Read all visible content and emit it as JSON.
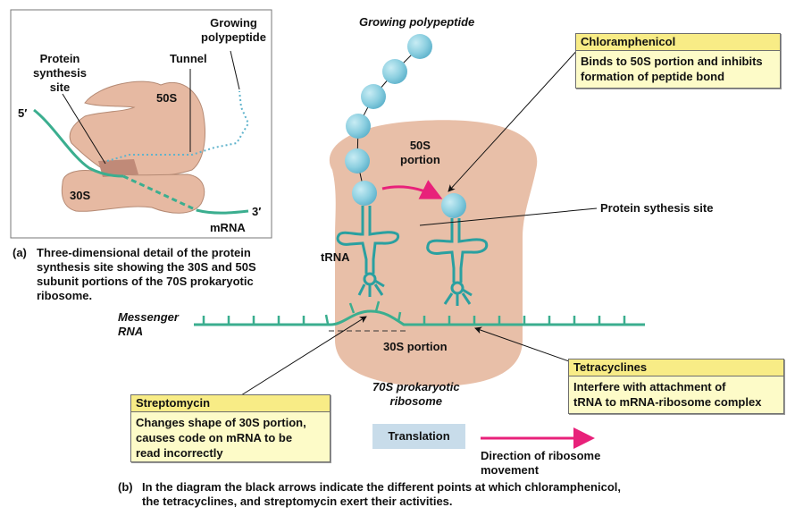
{
  "panel_a": {
    "labels": {
      "growing_polypeptide": "Growing\npolypeptide",
      "protein_synthesis_site": "Protein\nsynthesis\nsite",
      "tunnel": "Tunnel",
      "subunit_50s": "50S",
      "subunit_30s": "30S",
      "five_prime": "5′",
      "three_prime": "3′",
      "mrna": "mRNA"
    },
    "caption_tag": "(a)",
    "caption": "Three-dimensional detail of the protein\nsynthesis site showing the 30S and 50S\nsubunit portions of the 70S prokaryotic\nribosome."
  },
  "panel_b": {
    "labels": {
      "growing_polypeptide": "Growing polypeptide",
      "portion_50s": "50S\nportion",
      "trna": "tRNA",
      "protein_synthesis_site": "Protein sythesis site",
      "messenger_rna": "Messenger\nRNA",
      "portion_30s": "30S portion",
      "ribosome_70s": "70S prokaryotic\nribosome",
      "direction": "Direction of ribosome\nmovement"
    },
    "translation_label": "Translation",
    "drugs": [
      {
        "name": "Chloramphenicol",
        "effect": "Binds to 50S portion and inhibits\nformation of peptide bond"
      },
      {
        "name": "Tetracyclines",
        "effect": "Interfere with attachment of\ntRNA to mRNA-ribosome complex"
      },
      {
        "name": "Streptomycin",
        "effect": "Changes shape of 30S portion,\ncauses code on mRNA to be\nread incorrectly"
      }
    ],
    "caption_tag": "(b)",
    "caption": "In the diagram the black arrows indicate the different points at which chloramphenicol,\nthe tetracyclines, and streptomycin exert their activities."
  },
  "colors": {
    "ribosome": "#e8bfa8",
    "ribosome_3d": "#e6b9a2",
    "mrna": "#3bae8f",
    "trna": "#2aa0a0",
    "amino_acid": "#8ccfe0",
    "direction_arrow": "#e8217a",
    "box_header": "#f8ec86",
    "box_body": "#fdfbc8",
    "translation_bg": "#c8dcea"
  }
}
